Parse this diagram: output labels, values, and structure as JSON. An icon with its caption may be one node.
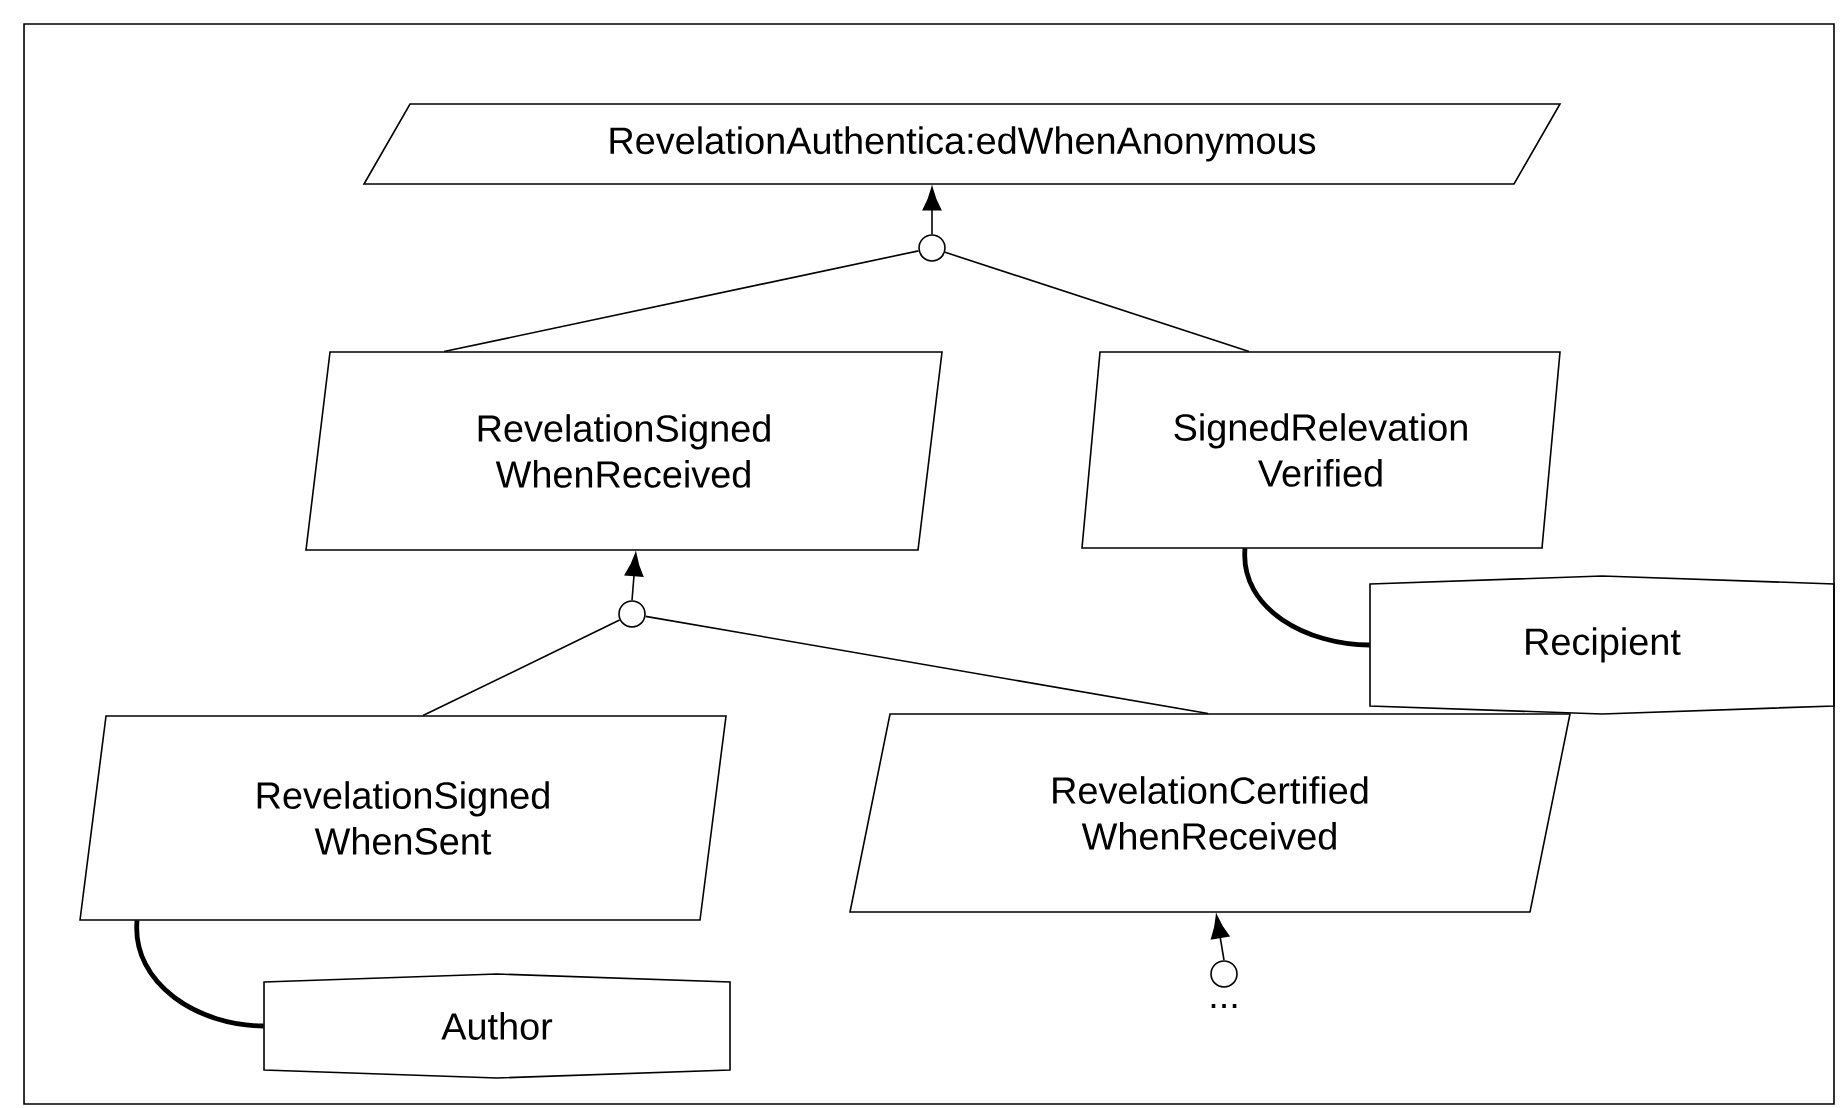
{
  "diagram": {
    "nodes": [
      {
        "text": [
          "RevelationAuthentica:edWhenAnonymous"
        ]
      },
      {
        "text": [],
        "shape": "circle"
      },
      {
        "text": [
          "RevelationSigned WhenReceived"
        ]
      },
      {
        "text": [
          "SignedRelevation Verified"
        ]
      },
      {
        "text": [
          "Recipient"
        ]
      },
      {
        "text": [],
        "shape": "circle"
      },
      {
        "text": [
          "RevelationSigned WhenSent"
        ]
      },
      {
        "text": [
          "RevelationCertified WhenReceived"
        ]
      },
      {
        "text": [
          "Author"
        ]
      },
      {
        "text": [],
        "shape": "circle"
      }
    ],
    "edges": [
      {
        "from": 1,
        "to": 0,
        "arrow": "to"
      },
      {
        "from": 2,
        "to": 1,
        "arrow": "none"
      },
      {
        "from": 3,
        "to": 1,
        "arrow": "none"
      },
      {
        "from": 3,
        "to": 4,
        "arrow": "none",
        "style": "thick"
      },
      {
        "from": 5,
        "to": 2,
        "arrow": "to"
      },
      {
        "from": 6,
        "to": 5,
        "arrow": "none"
      },
      {
        "from": 7,
        "to": 5,
        "arrow": "none"
      },
      {
        "from": 6,
        "to": 8,
        "arrow": "none",
        "style": "thick"
      },
      {
        "from": 9,
        "to": 7,
        "arrow": "to"
      }
    ],
    "labels": [
      "..."
    ]
  }
}
